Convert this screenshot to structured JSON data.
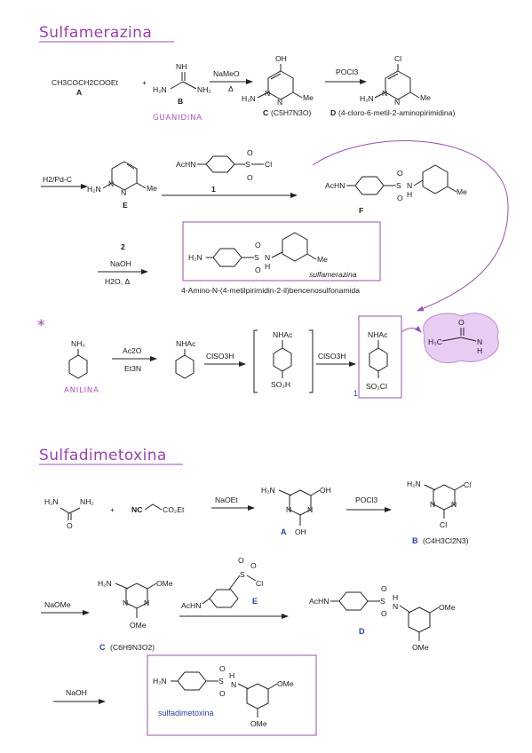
{
  "sections": {
    "s1_title": "Sulfamerazina",
    "s2_title": "Sulfadimetoxina"
  },
  "s1": {
    "A_formula": "CH3COCH2COOEt",
    "A_label": "A",
    "plus": "+",
    "B_label": "B",
    "guanidina": "GUANIDINA",
    "r1_top": "NaMeO",
    "r1_bottom": "Δ",
    "C_label": "C",
    "C_formula": "(C5H7N3O)",
    "r2": "POCl3",
    "D_label": "D",
    "D_name": "(4-cloro-6-metil-2-aminopirimidina)",
    "r3": "H2/Pd-C",
    "E_label": "E",
    "r4_reagent_label": "1",
    "F_label": "F",
    "r5_top": "2",
    "r5_mid": "NaOH",
    "r5_bottom": "H2O, Δ",
    "product_name": "sulfamerazina",
    "product_iupac": "4-Amino-N-(4-metilpirimidin-2-il)bencenosulfonamida",
    "star": "*",
    "anilina": "ANILINA",
    "r6_top": "Ac2O",
    "r6_bottom": "Et3N",
    "r7": "ClSO3H",
    "r8": "ClSO3H",
    "reagent1_label": "1",
    "acetamide_label": "H3C–C(=O)–NH"
  },
  "s2": {
    "plus": "+",
    "r1": "NaOEt",
    "A_label": "A",
    "r2": "POCl3",
    "B_label": "B",
    "B_formula": "(C4H3Cl2N3)",
    "r3": "NaOMe",
    "C_label": "C",
    "C_formula": "(C6H9N3O2)",
    "E_label": "E",
    "D_label": "D",
    "r4": "NaOH",
    "product_name": "sulfadimetoxina"
  },
  "colors": {
    "heading": "#9a3fb0",
    "pink_annotation": "#b24fc0",
    "blue_label": "#2a3fa8",
    "box_border": "#8c5aa8",
    "acetamide_highlight": "#e7cdf2"
  }
}
